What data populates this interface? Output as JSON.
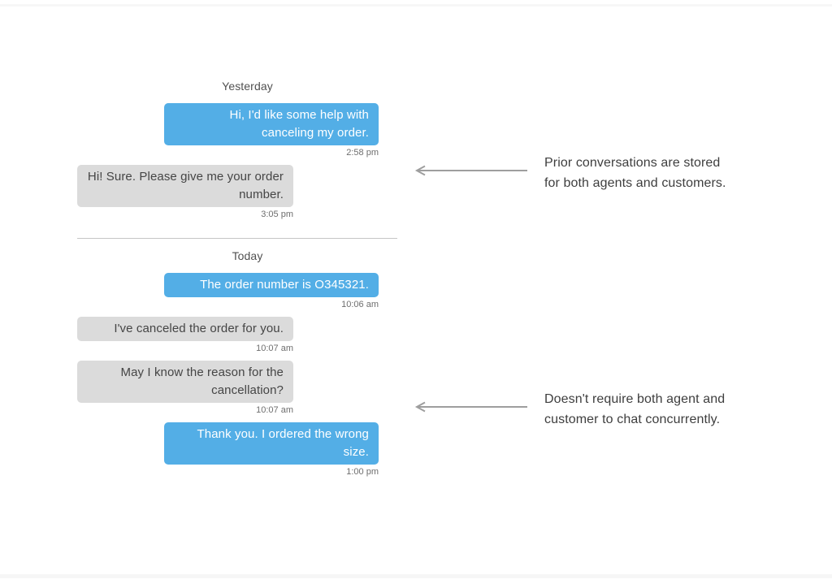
{
  "colors": {
    "customer_bubble": "#53AEE6",
    "customer_text": "#FFFFFF",
    "agent_bubble": "#DBDBDB",
    "agent_text": "#454545",
    "timestamp": "#6E6E6E",
    "day_label": "#515151",
    "divider": "#C6C6C6",
    "annotation_text": "#3E3E3E",
    "arrow": "#9E9E9E",
    "background": "#FFFFFF"
  },
  "chat": {
    "sections": [
      {
        "day_label": "Yesterday",
        "messages": [
          {
            "sender": "customer",
            "side": "right",
            "lines": [
              "Hi, I'd like some help with",
              "canceling my order."
            ],
            "time": "2:58 pm"
          },
          {
            "sender": "agent",
            "side": "left",
            "lines": [
              "Hi! Sure. Please give me your order",
              "number."
            ],
            "time": "3:05 pm"
          }
        ]
      },
      {
        "day_label": "Today",
        "messages": [
          {
            "sender": "customer",
            "side": "right",
            "lines": [
              "The order number is O345321."
            ],
            "time": "10:06 am"
          },
          {
            "sender": "agent",
            "side": "left",
            "lines": [
              "I've canceled the order for you."
            ],
            "time": "10:07 am"
          },
          {
            "sender": "agent",
            "side": "left",
            "lines": [
              "May I know the reason for the",
              "cancellation?"
            ],
            "time": "10:07 am"
          },
          {
            "sender": "customer",
            "side": "right",
            "lines": [
              "Thank you. I ordered the wrong",
              "size."
            ],
            "time": "1:00 pm"
          }
        ]
      }
    ]
  },
  "annotations": [
    {
      "lines": [
        "Prior conversations are stored",
        "for both agents and customers."
      ]
    },
    {
      "lines": [
        "Doesn't require both agent and",
        "customer to chat concurrently."
      ]
    }
  ]
}
